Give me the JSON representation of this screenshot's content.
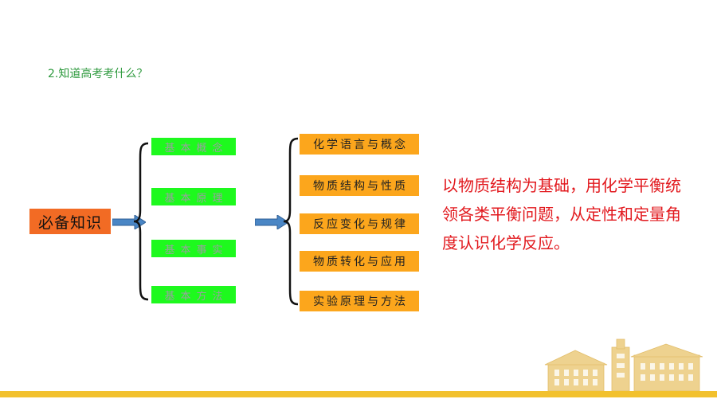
{
  "slide": {
    "subtitle": "2.知道高考考什么？"
  },
  "diagram": {
    "root": "必备知识",
    "knowledge_types": [
      "基本概念",
      "基本原理",
      "基本事实",
      "基本方法"
    ],
    "content_areas": [
      "化学语言与概念",
      "物质结构与性质",
      "反应变化与规律",
      "物质转化与应用",
      "实验原理与方法"
    ],
    "summary": "以物质结构为基础，用化学平衡统领各类平衡问题，从定性和定量角度认识化学反应。"
  },
  "colors": {
    "root_fill": "#f26b24",
    "knowledge_fill": "#1ef91e",
    "content_fill": "#fca61c",
    "summary_text": "#e2191e",
    "subtitle_text": "#2e9a3e",
    "arrow_fill": "#4a86c5",
    "footer_bar": "#f2c12e"
  }
}
